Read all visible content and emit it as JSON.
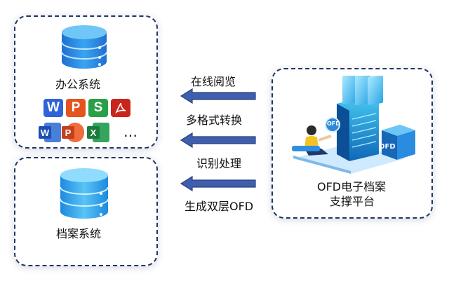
{
  "office_system": {
    "label": "办公系统",
    "more": "…",
    "icons": [
      "wps-writer-icon",
      "wps-presentation-icon",
      "wps-spreadsheet-icon",
      "pdf-icon",
      "word-icon",
      "powerpoint-icon",
      "excel-icon"
    ]
  },
  "archive_system": {
    "label": "档案系统"
  },
  "platform": {
    "title_line1": "OFD电子档案",
    "title_line2": "支撑平台",
    "cube_badge": "OFD",
    "server_badge": "OFD"
  },
  "flows": {
    "online_view": "在线阅览",
    "format_convert": "多格式转换",
    "recognition": "识别处理",
    "dual_layer": "生成双层OFD"
  },
  "colors": {
    "box_border": "#1f3564",
    "arrow_fill": "#3f5fae",
    "arrow_stroke": "#2a3f7c",
    "db_blue": "#2f8fe0",
    "db_light": "#5cc2f5"
  }
}
